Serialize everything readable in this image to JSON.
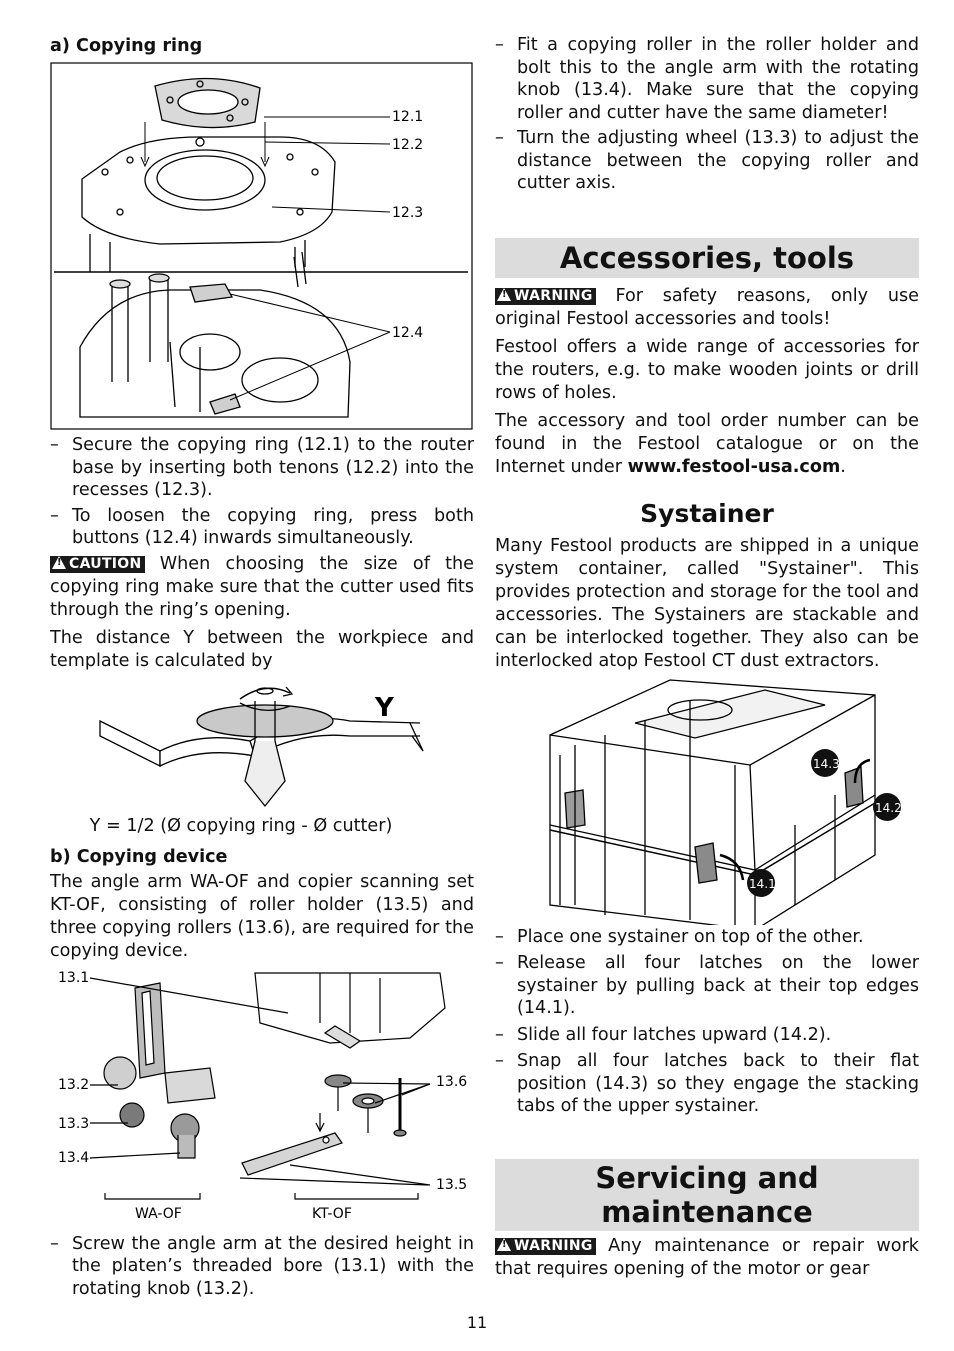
{
  "left": {
    "copying_ring_heading": "a) Copying ring",
    "fig12_labels": [
      "12.1",
      "12.2",
      "12.3",
      "12.4"
    ],
    "ring_bullets": [
      "Secure the copying ring (12.1) to the router base by inserting both tenons (12.2) into the recesses (12.3).",
      "To loosen the copying ring, press both buttons (12.4) inwards simultaneously."
    ],
    "caution_tag": "CAUTION",
    "caution_text": " When choosing the size of the copying ring make sure that the cutter used fits through the ring’s opening.",
    "distance_text": "The distance Y between the workpiece and template is calculated by",
    "fig_y_label": "Y",
    "formula": "Y = 1/2 (Ø copying ring - Ø cutter)",
    "copying_device_heading": "b) Copying device",
    "device_text": "The angle arm WA-OF and copier scanning set KT-OF, consisting of roller holder (13.5) and three copying rollers (13.6), are required for the copying device.",
    "fig13_labels": [
      "13.1",
      "13.2",
      "13.3",
      "13.4",
      "13.6",
      "13.5"
    ],
    "fig13_group_labels": [
      "WA-OF",
      "KT-OF"
    ],
    "device_bullets": [
      "Screw the angle arm at the desired height in the platen’s threaded bore (13.1) with the rotating knob (13.2)."
    ]
  },
  "right": {
    "top_bullets": [
      "Fit a copying roller in the roller holder and bolt this to the angle arm with the rotating knob (13.4). Make sure that the copying roller and cutter have the same diameter!",
      "Turn the adjusting wheel (13.3) to adjust the distance between the copying roller and cutter axis."
    ],
    "accessories_title": "Accessories, tools",
    "warning_tag": "WARNING",
    "warning_text_1": " For safety reasons, only use original Festool accessories and tools!",
    "accessories_p2": "Festool offers a wide range of accessories for the routers, e.g. to make wooden joints or drill rows of holes.",
    "accessories_p3_pre": "The accessory and tool order number can be found in the Festool catalogue or on the Internet under ",
    "accessories_url": "www.festool-usa.com",
    "accessories_p3_post": ".",
    "systainer_title": "Systainer",
    "systainer_text": "Many Festool products are shipped in a unique system container, called \"Systainer\". This provides protection and storage for the tool and accessories. The Systainers are stackable and can be interlocked together. They also can be interlocked atop Festool CT dust extractors.",
    "fig14_labels": [
      "14.3",
      "14.2",
      "14.1"
    ],
    "systainer_bullets": [
      "Place one systainer on top of the other.",
      "Release all four latches on the lower systainer by pulling back at their top edges (14.1).",
      "Slide all four latches upward (14.2).",
      "Snap all four latches back to their flat position (14.3) so they engage the stacking tabs of the upper systainer."
    ],
    "servicing_title_line1": "Servicing and",
    "servicing_title_line2": "maintenance",
    "warning_text_2": " Any maintenance or repair work that requires opening of the motor or gear"
  },
  "page_number": "11"
}
